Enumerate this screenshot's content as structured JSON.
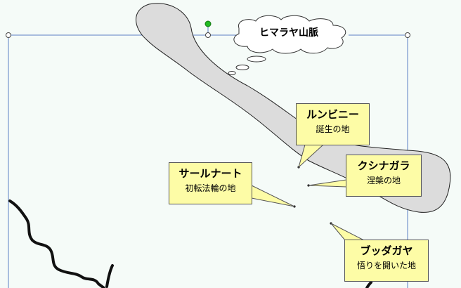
{
  "cloud": {
    "label": "ヒマラヤ山脈"
  },
  "callouts": [
    {
      "id": "lumbini",
      "title": "ルンビニー",
      "subtitle": "誕生の地"
    },
    {
      "id": "kushinagar",
      "title": "クシナガラ",
      "subtitle": "涅槃の地"
    },
    {
      "id": "sarnath",
      "title": "サールナート",
      "subtitle": "初転法輪の地"
    },
    {
      "id": "bodhgaya",
      "title": "ブッダガヤ",
      "subtitle": "悟りを開いた地"
    }
  ],
  "colors": {
    "background": "#f5fbf8",
    "mountain_fill": "#dcdcdc",
    "callout_fill": "#fdfca6",
    "selection_frame": "#5b7fc4",
    "rotate_handle": "#22bb22"
  }
}
